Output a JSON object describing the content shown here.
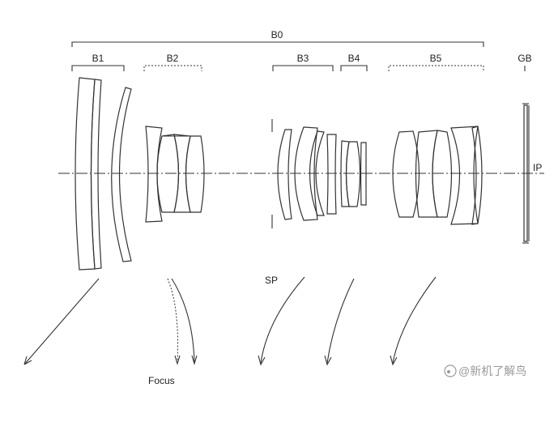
{
  "labels": {
    "b0": "B0",
    "b1": "B1",
    "b2": "B2",
    "b3": "B3",
    "b4": "B4",
    "b5": "B5",
    "gb": "GB",
    "ip": "IP",
    "sp": "SP",
    "focus": "Focus"
  },
  "watermark": "@新机了解鸟"
}
